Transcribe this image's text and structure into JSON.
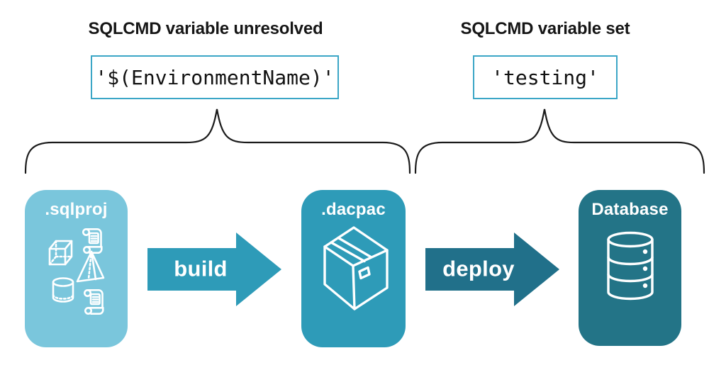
{
  "annotations": [
    {
      "heading": "SQLCMD variable unresolved",
      "value": "'$(EnvironmentName)'"
    },
    {
      "heading": "SQLCMD variable set",
      "value": "'testing'"
    }
  ],
  "stages": [
    {
      "label": ".sqlproj",
      "icon": "sql-objects-icon",
      "color": "#7AC6DC"
    },
    {
      "label": ".dacpac",
      "icon": "package-icon",
      "color": "#2E9BB8"
    },
    {
      "label": "Database",
      "icon": "database-icon",
      "color": "#237487"
    }
  ],
  "arrows": [
    {
      "label": "build",
      "color": "#2E9BB8"
    },
    {
      "label": "deploy",
      "color": "#21708A"
    }
  ],
  "colors": {
    "background": "#FFFFFF",
    "code_box_border": "#3BA6C6",
    "brace_stroke": "#1B1B1B",
    "heading_text": "#161616",
    "code_text": "#111111",
    "icon_stroke": "#FFFFFF"
  }
}
